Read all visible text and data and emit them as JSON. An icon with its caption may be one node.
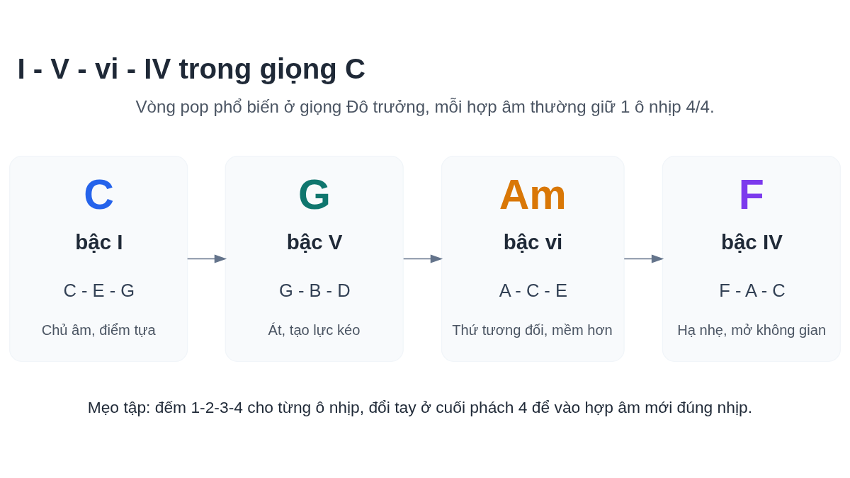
{
  "diagram": {
    "title": "I - V - vi - IV trong giọng C",
    "nodes": [
      {
        "text": [
          "C",
          "bậc I",
          "C - E - G",
          "Chủ âm, điểm tựa"
        ]
      },
      {
        "text": [
          "G",
          "bậc V",
          "G - B - D",
          "Át, tạo lực kéo"
        ]
      },
      {
        "text": [
          "Am",
          "bậc vi",
          "A - C - E",
          "Thứ tương đối, mềm hơn"
        ]
      },
      {
        "text": [
          "F",
          "bậc IV",
          "F - A - C",
          "Hạ nhẹ, mở không gian"
        ]
      }
    ],
    "edges": [
      {
        "from": 0,
        "to": 1,
        "arrow": "to"
      },
      {
        "from": 1,
        "to": 2,
        "arrow": "to"
      },
      {
        "from": 2,
        "to": 3,
        "arrow": "to"
      }
    ],
    "labels": [
      "Vòng pop phổ biến ở giọng Đô trưởng, mỗi hợp âm thường giữ 1 ô nhịp 4/4.",
      "Mẹo tập: đếm 1-2-3-4 cho từng ô nhịp, đổi tay ở cuối phách 4 để vào hợp âm mới đúng nhịp."
    ]
  }
}
